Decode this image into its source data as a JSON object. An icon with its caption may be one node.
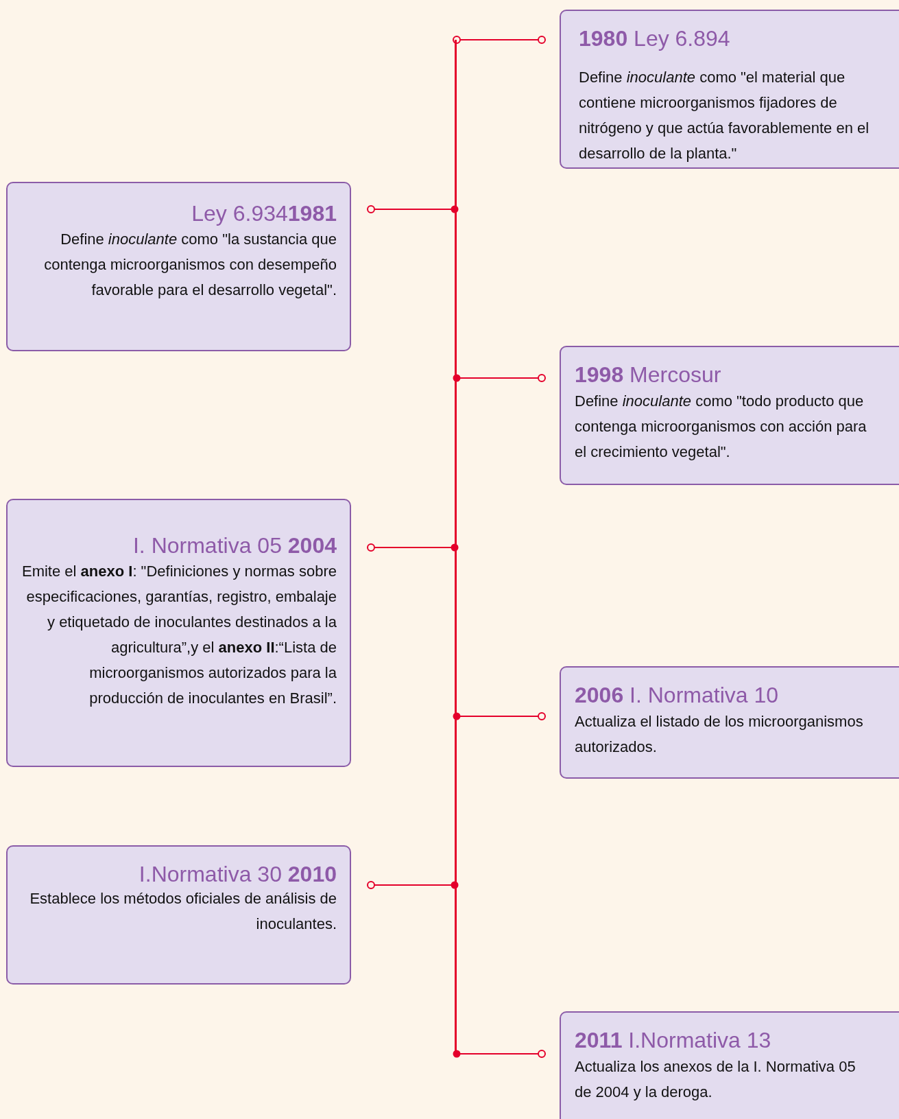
{
  "diagram": {
    "nodes": [
      {
        "text": [
          "**1980** Ley 6.894",
          "Define *inoculante* como \"el material que contiene microorganismos fijadores de nitrógeno y que actúa favorablemente en el desarrollo de la planta.\""
        ]
      },
      {
        "text": [
          "Ley 6.934**1981**",
          "Define *inoculante*  como \"la sustancia que contenga microorganismos con desempeño favorable para el desarrollo vegetal\"."
        ]
      },
      {
        "text": [
          "**1998** Mercosur",
          "Define *inoculante*  como \"todo producto que contenga microorganismos con acción para el crecimiento vegetal\"."
        ]
      },
      {
        "text": [
          "I. Normativa 05 **2004**",
          "Emite el **anexo I**: \"Definiciones y normas sobre especificaciones, garantías, registro, embalaje y etiquetado de inoculantes destinados a la agricultura”,y el **anexo II**:“Lista de microorganismos autorizados para la producción de inoculantes en Brasil”."
        ]
      },
      {
        "text": [
          "**2006** I. Normativa 10",
          "Actualiza el listado de los microorganismos autorizados."
        ]
      },
      {
        "text": [
          "I.Normativa 30 **2010**",
          "Establece los métodos oficiales de análisis de inoculantes."
        ]
      },
      {
        "text": [
          "**2011** I.Normativa 13",
          "Actualiza los anexos de la I. Normativa 05 de 2004 y la deroga."
        ]
      },
      {
        "text": [],
        "shape": "bar"
      }
    ],
    "edges": [
      {
        "from": 7,
        "to": 0,
        "arrow": "other"
      },
      {
        "from": 7,
        "to": 1,
        "arrow": "other"
      },
      {
        "from": 7,
        "to": 2,
        "arrow": "other"
      },
      {
        "from": 7,
        "to": 3,
        "arrow": "other"
      },
      {
        "from": 7,
        "to": 4,
        "arrow": "other"
      },
      {
        "from": 7,
        "to": 5,
        "arrow": "other"
      },
      {
        "from": 7,
        "to": 6,
        "arrow": "other"
      }
    ]
  }
}
